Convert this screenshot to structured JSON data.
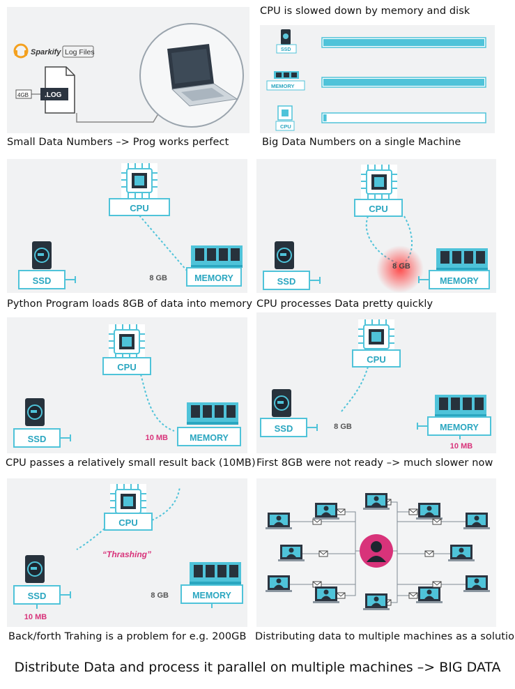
{
  "captions": {
    "p1": "Small Data Numbers –> Prog works perfect",
    "p2_top": "CPU is slowed down by memory and disk",
    "p2": "Big Data Numbers on a single Machine",
    "p3": "Python Program loads 8GB of data into memory",
    "p4": "CPU processes Data pretty quickly",
    "p5": "CPU passes a relatively small result back (10MB)",
    "p6": "First 8GB were not ready –> much slower now",
    "p7": "Back/forth Trahing is a problem for e.g. 200GB",
    "p8": "Distributing data to multiple machines as a solution"
  },
  "footer": "Distribute Data and process it parallel on multiple machines –> BIG DATA",
  "labels": {
    "sparkify": "Sparkify",
    "log_files": "Log Files",
    "size_4gb": "4GB",
    "log_ext": ".LOG",
    "ssd": "SSD",
    "memory": "MEMORY",
    "cpu": "CPU",
    "ssd_small": "SSD",
    "memory_small": "MEMORY",
    "cpu_small": "CPU",
    "gb8": "8 GB",
    "mb10": "10 MB",
    "thrashing": "“Thrashing”"
  },
  "progress": {
    "ssd_fill": 1.0,
    "memory_fill": 1.0,
    "cpu_fill": 0.02
  },
  "colors": {
    "teal": "#4fc3d9",
    "accent_pink": "#d8337a",
    "panel_bg": "#f1f2f3",
    "orange": "#f4a11f"
  }
}
